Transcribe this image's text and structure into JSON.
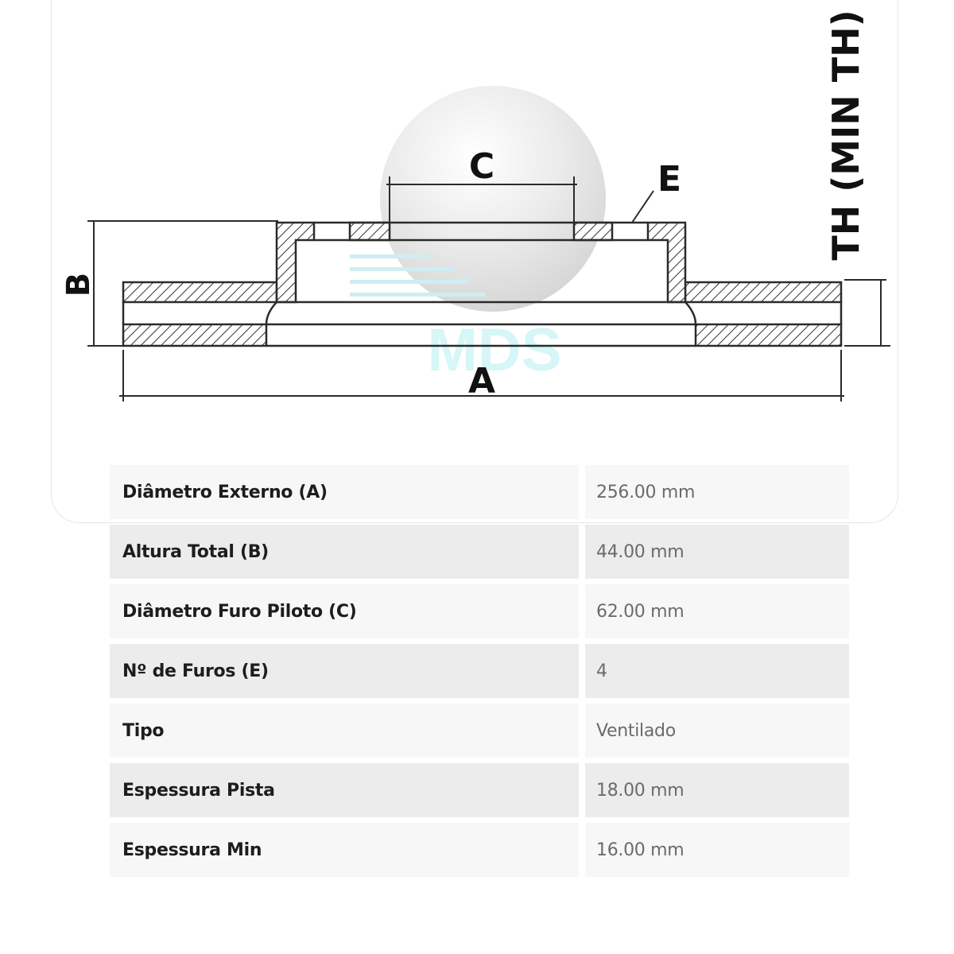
{
  "diagram": {
    "labels": {
      "a": "A",
      "b": "B",
      "c": "C",
      "e": "E",
      "th": "TH (MIN TH)"
    },
    "watermark": "MDS",
    "colors": {
      "line": "#2b2b2b",
      "watermark_text": "#c9f3f6",
      "watermark_lines": "#bfe7ef",
      "watermark_sphere": "#d9d9d9"
    }
  },
  "specs": [
    {
      "label": "Diâmetro Externo (A)",
      "value": "256.00 mm"
    },
    {
      "label": "Altura Total (B)",
      "value": "44.00 mm"
    },
    {
      "label": "Diâmetro Furo Piloto (C)",
      "value": "62.00 mm"
    },
    {
      "label": "Nº de Furos (E)",
      "value": "4"
    },
    {
      "label": "Tipo",
      "value": "Ventilado"
    },
    {
      "label": "Espessura Pista",
      "value": "18.00 mm"
    },
    {
      "label": "Espessura Min",
      "value": "16.00 mm"
    }
  ]
}
